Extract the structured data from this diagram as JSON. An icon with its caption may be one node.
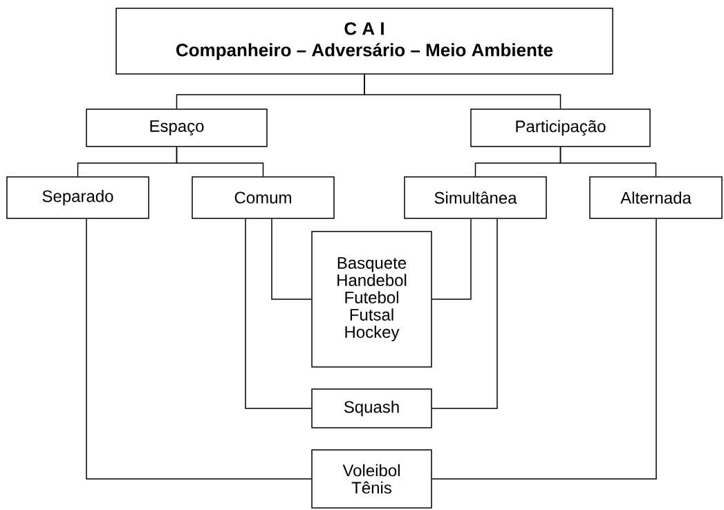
{
  "diagram": {
    "nodes": [
      {
        "text": [
          "C A I",
          "Companheiro – Adversário – Meio Ambiente"
        ]
      },
      {
        "text": [
          "Espaço"
        ]
      },
      {
        "text": [
          "Participação"
        ]
      },
      {
        "text": [
          "Separado"
        ]
      },
      {
        "text": [
          "Comum"
        ]
      },
      {
        "text": [
          "Simultânea"
        ]
      },
      {
        "text": [
          "Alternada"
        ]
      },
      {
        "text": [
          "Basquete",
          "Handebol",
          "Futebol",
          "Futsal",
          "Hockey"
        ]
      },
      {
        "text": [
          "Squash"
        ]
      },
      {
        "text": [
          "Voleibol",
          "Tênis"
        ]
      }
    ],
    "edges": [
      {
        "from": 0,
        "to": 1,
        "arrow": "none"
      },
      {
        "from": 0,
        "to": 2,
        "arrow": "none"
      },
      {
        "from": 1,
        "to": 3,
        "arrow": "none"
      },
      {
        "from": 1,
        "to": 4,
        "arrow": "none"
      },
      {
        "from": 2,
        "to": 5,
        "arrow": "none"
      },
      {
        "from": 2,
        "to": 6,
        "arrow": "none"
      },
      {
        "from": 4,
        "to": 7,
        "arrow": "none"
      },
      {
        "from": 4,
        "to": 8,
        "arrow": "none"
      },
      {
        "from": 5,
        "to": 7,
        "arrow": "none"
      },
      {
        "from": 5,
        "to": 8,
        "arrow": "none"
      },
      {
        "from": 3,
        "to": 9,
        "arrow": "none"
      },
      {
        "from": 6,
        "to": 9,
        "arrow": "none"
      }
    ]
  }
}
